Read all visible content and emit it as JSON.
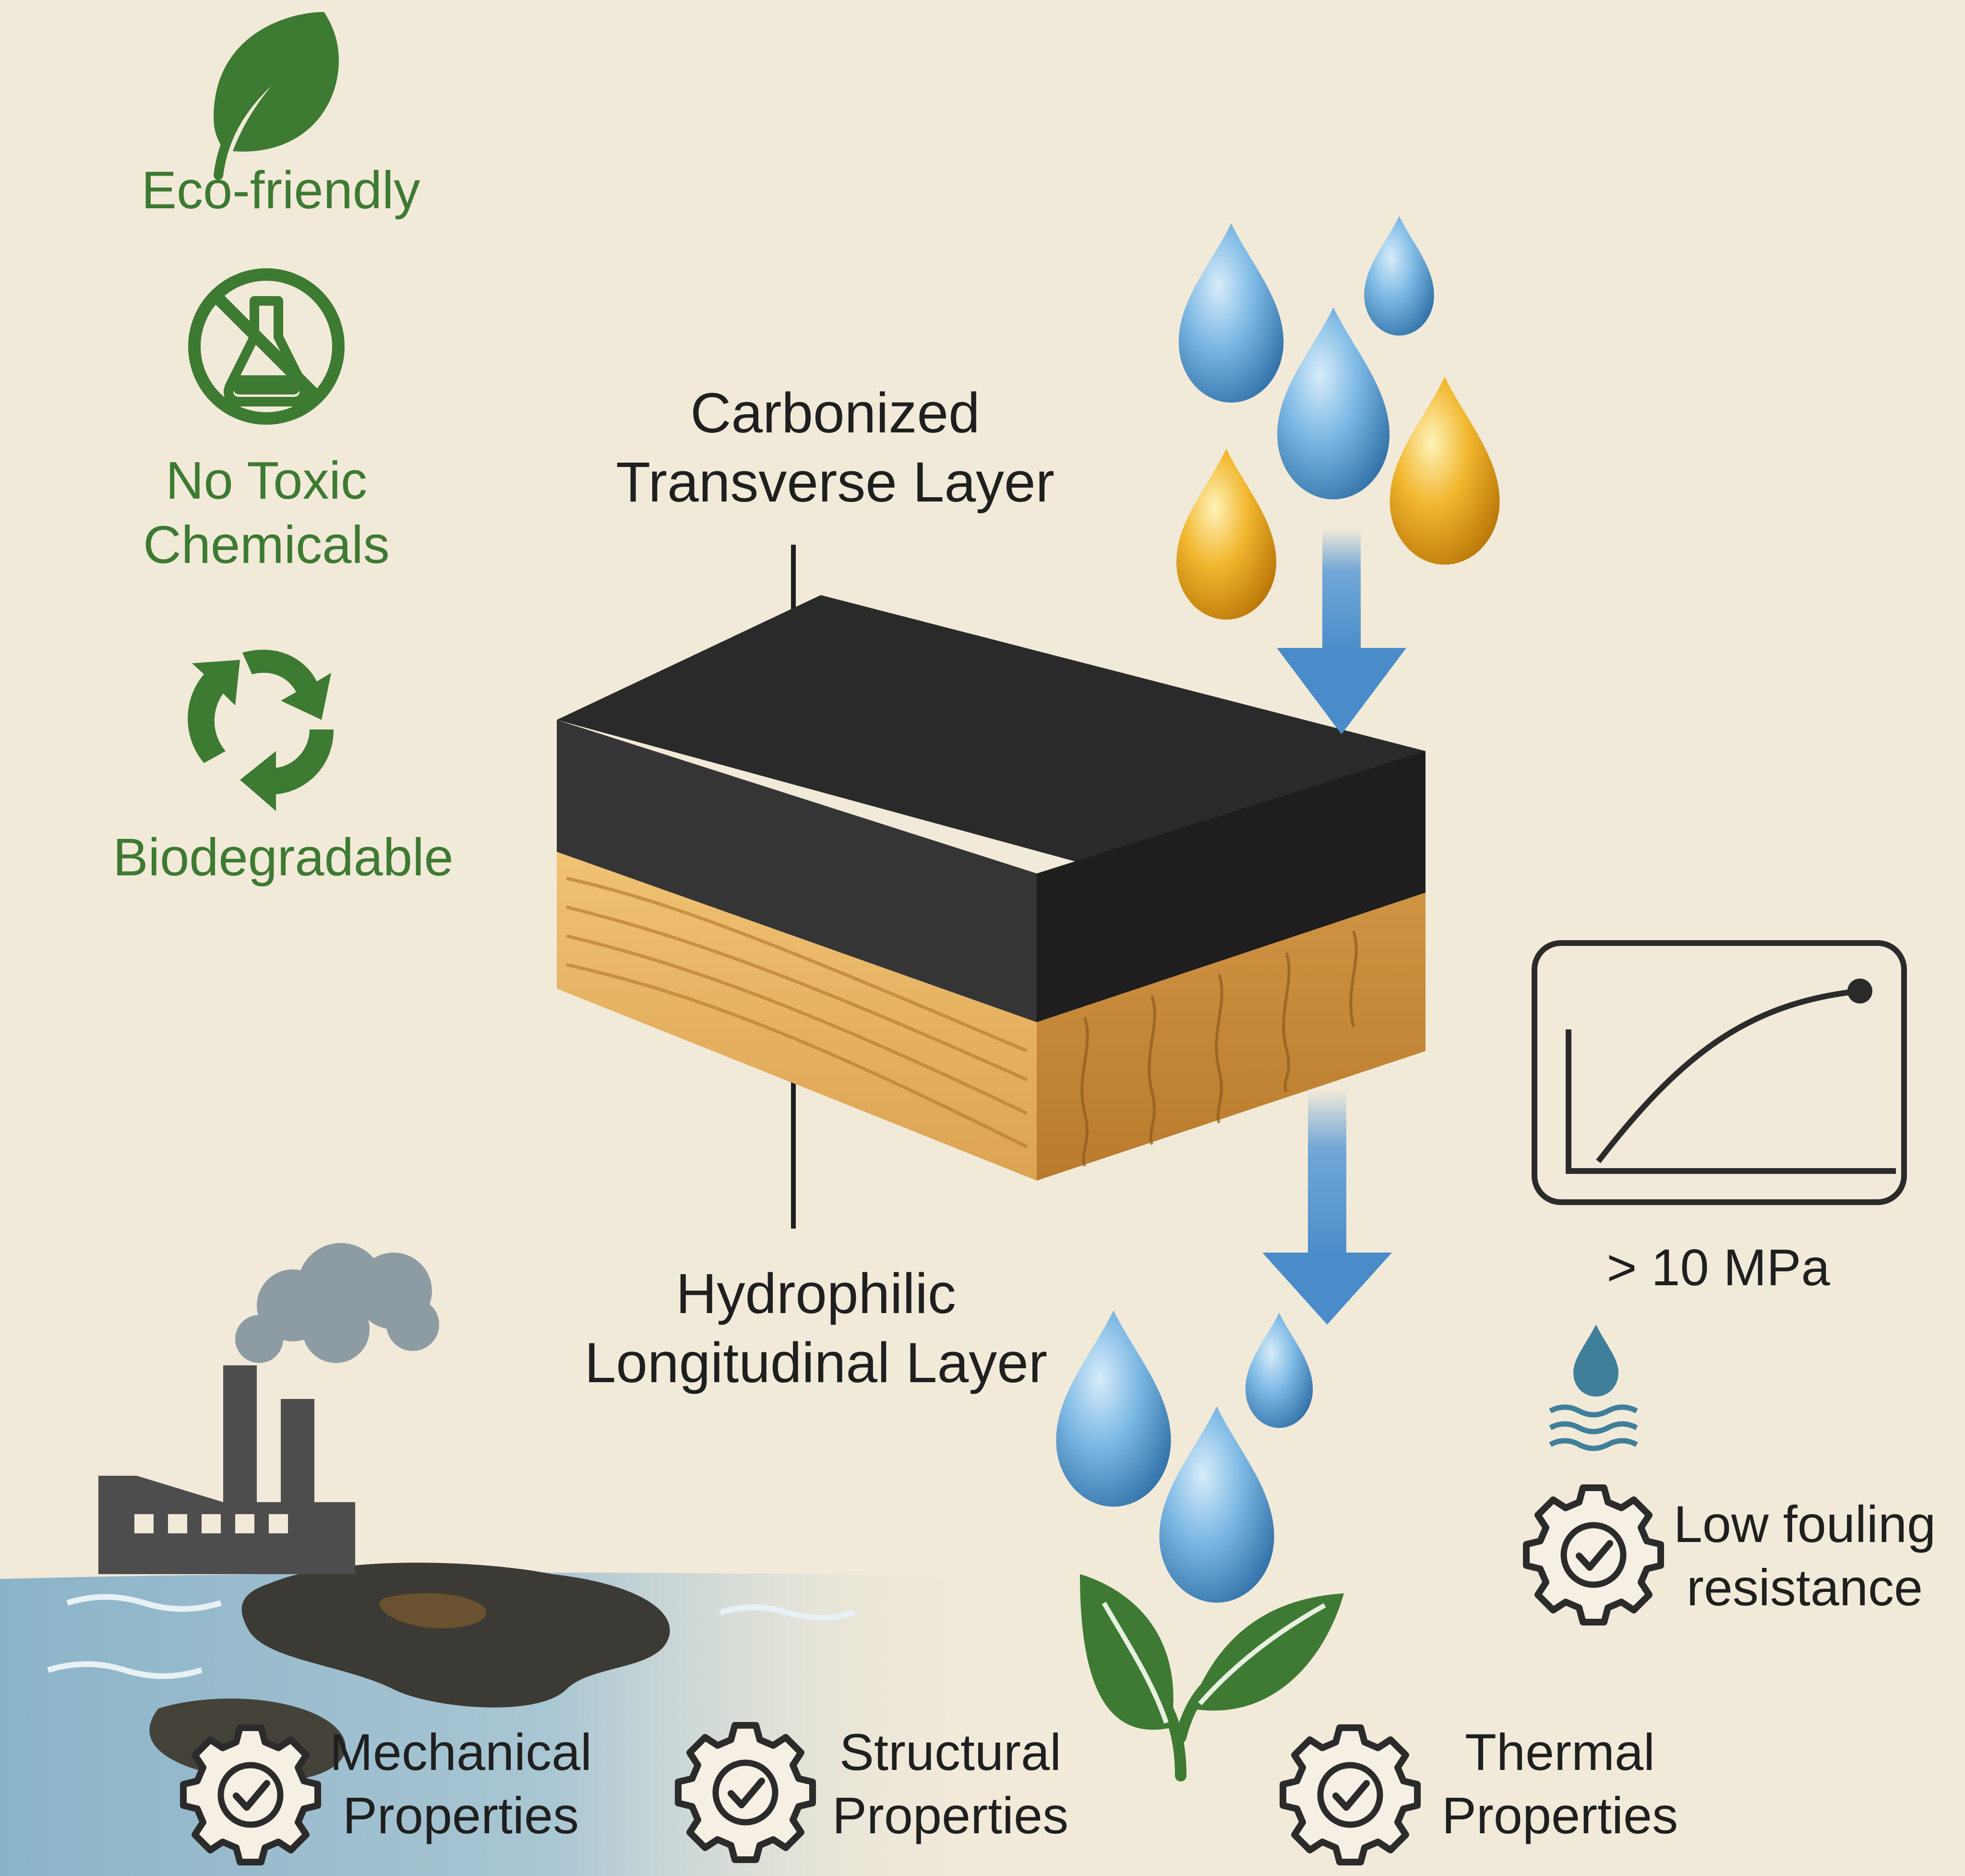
{
  "left_badges": [
    {
      "icon": "leaf-icon",
      "lines": [
        "Eco-friendly"
      ]
    },
    {
      "icon": "no-chemicals-icon",
      "lines": [
        "No Toxic",
        "Chemicals"
      ]
    },
    {
      "icon": "recycle-icon",
      "lines": [
        "Biodegradable"
      ]
    }
  ],
  "layers": {
    "top": [
      "Carbonized",
      "Transverse Layer"
    ],
    "bottom": [
      "Hydrophilic",
      "Longitudinal Layer"
    ]
  },
  "strength": {
    "icon": "stress-strain-chart-icon",
    "value": "> 10 MPa"
  },
  "fouling": {
    "icon": "gear-check-icon",
    "lines": [
      "Low fouling",
      "resistance"
    ]
  },
  "properties": [
    {
      "icon": "gear-check-icon",
      "lines": [
        "Mechanical",
        "Properties"
      ]
    },
    {
      "icon": "gear-check-icon",
      "lines": [
        "Structural",
        "Properties"
      ]
    },
    {
      "icon": "gear-check-icon",
      "lines": [
        "Thermal",
        "Properties"
      ]
    }
  ],
  "colors": {
    "background": "#f2ead9",
    "eco_green": "#3d7a32",
    "carbon_black": "#262626",
    "wood_light": "#e9b760",
    "wood_dark": "#c98a35",
    "water_blue": "#5fa3d6",
    "oil_yellow": "#e7a51a",
    "arrow_blue": "#5a9bd5",
    "sea_blue": "#8fb4c8"
  }
}
